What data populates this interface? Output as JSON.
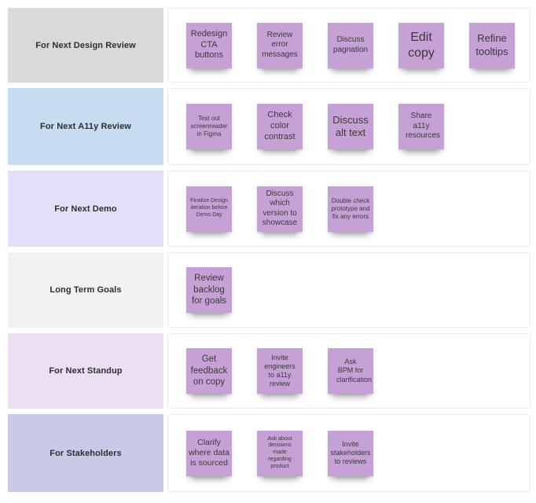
{
  "board": {
    "note_color": "#c5a1d6",
    "note_text_color": "#3a3a3a",
    "label_text_color": "#2e2e2e",
    "rows": [
      {
        "label": "For Next Design Review",
        "color": "#d9d9d9",
        "notes": [
          {
            "text": "Redesign CTA buttons"
          },
          {
            "text": "Review error messages"
          },
          {
            "text": "Discuss pagnation"
          },
          {
            "text": "Edit copy"
          },
          {
            "text": "Refine tooltips"
          }
        ]
      },
      {
        "label": "For Next A11y Review",
        "color": "#c7dbf1",
        "notes": [
          {
            "text": "Test out screenreader in Figma"
          },
          {
            "text": "Check color contrast"
          },
          {
            "text": "Discuss alt text"
          },
          {
            "text": "Share a11y resources"
          }
        ]
      },
      {
        "label": "For Next Demo",
        "color": "#e4dff9",
        "notes": [
          {
            "text": "Finalize Design iteration before Demo Day"
          },
          {
            "text": "Discuss which version to showcase"
          },
          {
            "text": "Double check prototype and fix any errors"
          }
        ]
      },
      {
        "label": "Long Term Goals",
        "color": "#f2f2f2",
        "notes": [
          {
            "text": "Review backlog for goals"
          }
        ]
      },
      {
        "label": "For Next Standup",
        "color": "#ecdef3",
        "notes": [
          {
            "text": "Get feedback on copy"
          },
          {
            "text": "Invite engineers to a11y review"
          },
          {
            "text": "Ask BPM for clarification"
          }
        ]
      },
      {
        "label": "For Stakeholders",
        "color": "#c9cae8",
        "notes": [
          {
            "text": "Clarify where data is sourced"
          },
          {
            "text": "Ask about decisions made regarding product"
          },
          {
            "text": "Invite stakeholders to reviews"
          }
        ]
      }
    ]
  }
}
